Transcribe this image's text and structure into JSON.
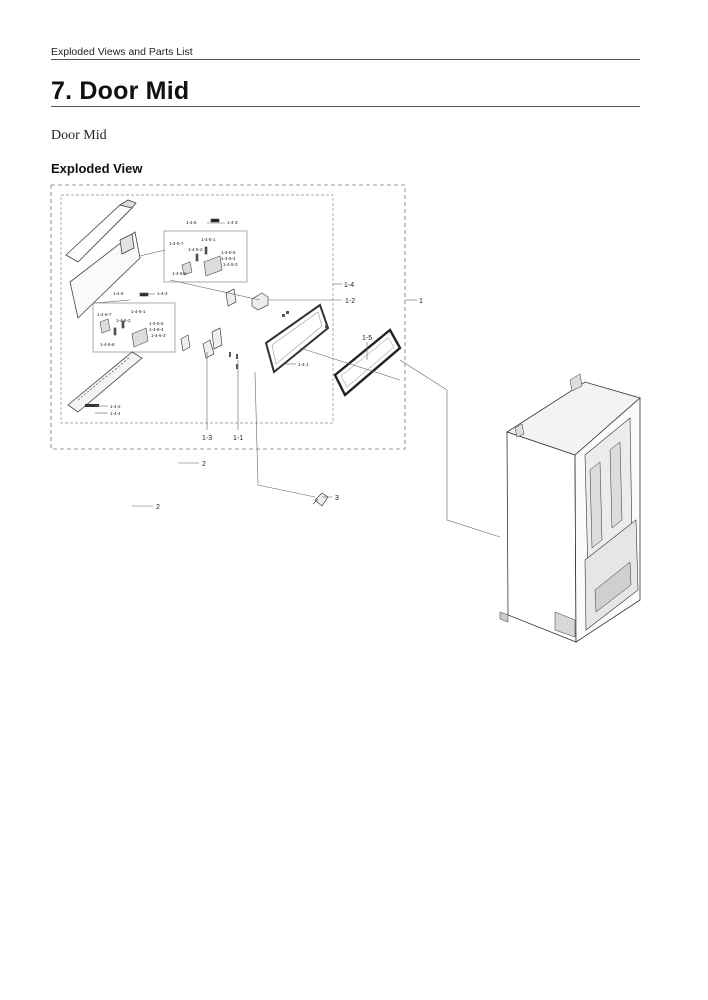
{
  "header": {
    "running_title": "Exploded Views and Parts List"
  },
  "section": {
    "title": "7.  Door Mid",
    "subtitle": "Door Mid",
    "heading": "Exploded View"
  },
  "diagram": {
    "callouts": [
      "1",
      "1-1",
      "1-2",
      "1-3",
      "1-4",
      "1-5",
      "2",
      "2",
      "3"
    ],
    "sub_callouts_upper": [
      "1-4-5",
      "1-4-3",
      "1-4-5-1",
      "1-4-5-7",
      "1-4-5-2",
      "1-4-5-5",
      "1-4-5-4",
      "1-4-5-3",
      "1-4-5-6"
    ],
    "sub_callouts_lower": [
      "1-4-6",
      "1-4-3",
      "1-4-6-1",
      "1-4-6-7",
      "1-4-6-2",
      "1-4-6-5",
      "1-4-6-4",
      "1-4-6-3",
      "1-4-6-6"
    ],
    "other_callouts": [
      "1-4-1",
      "1-4-2",
      "1-4-4"
    ]
  }
}
